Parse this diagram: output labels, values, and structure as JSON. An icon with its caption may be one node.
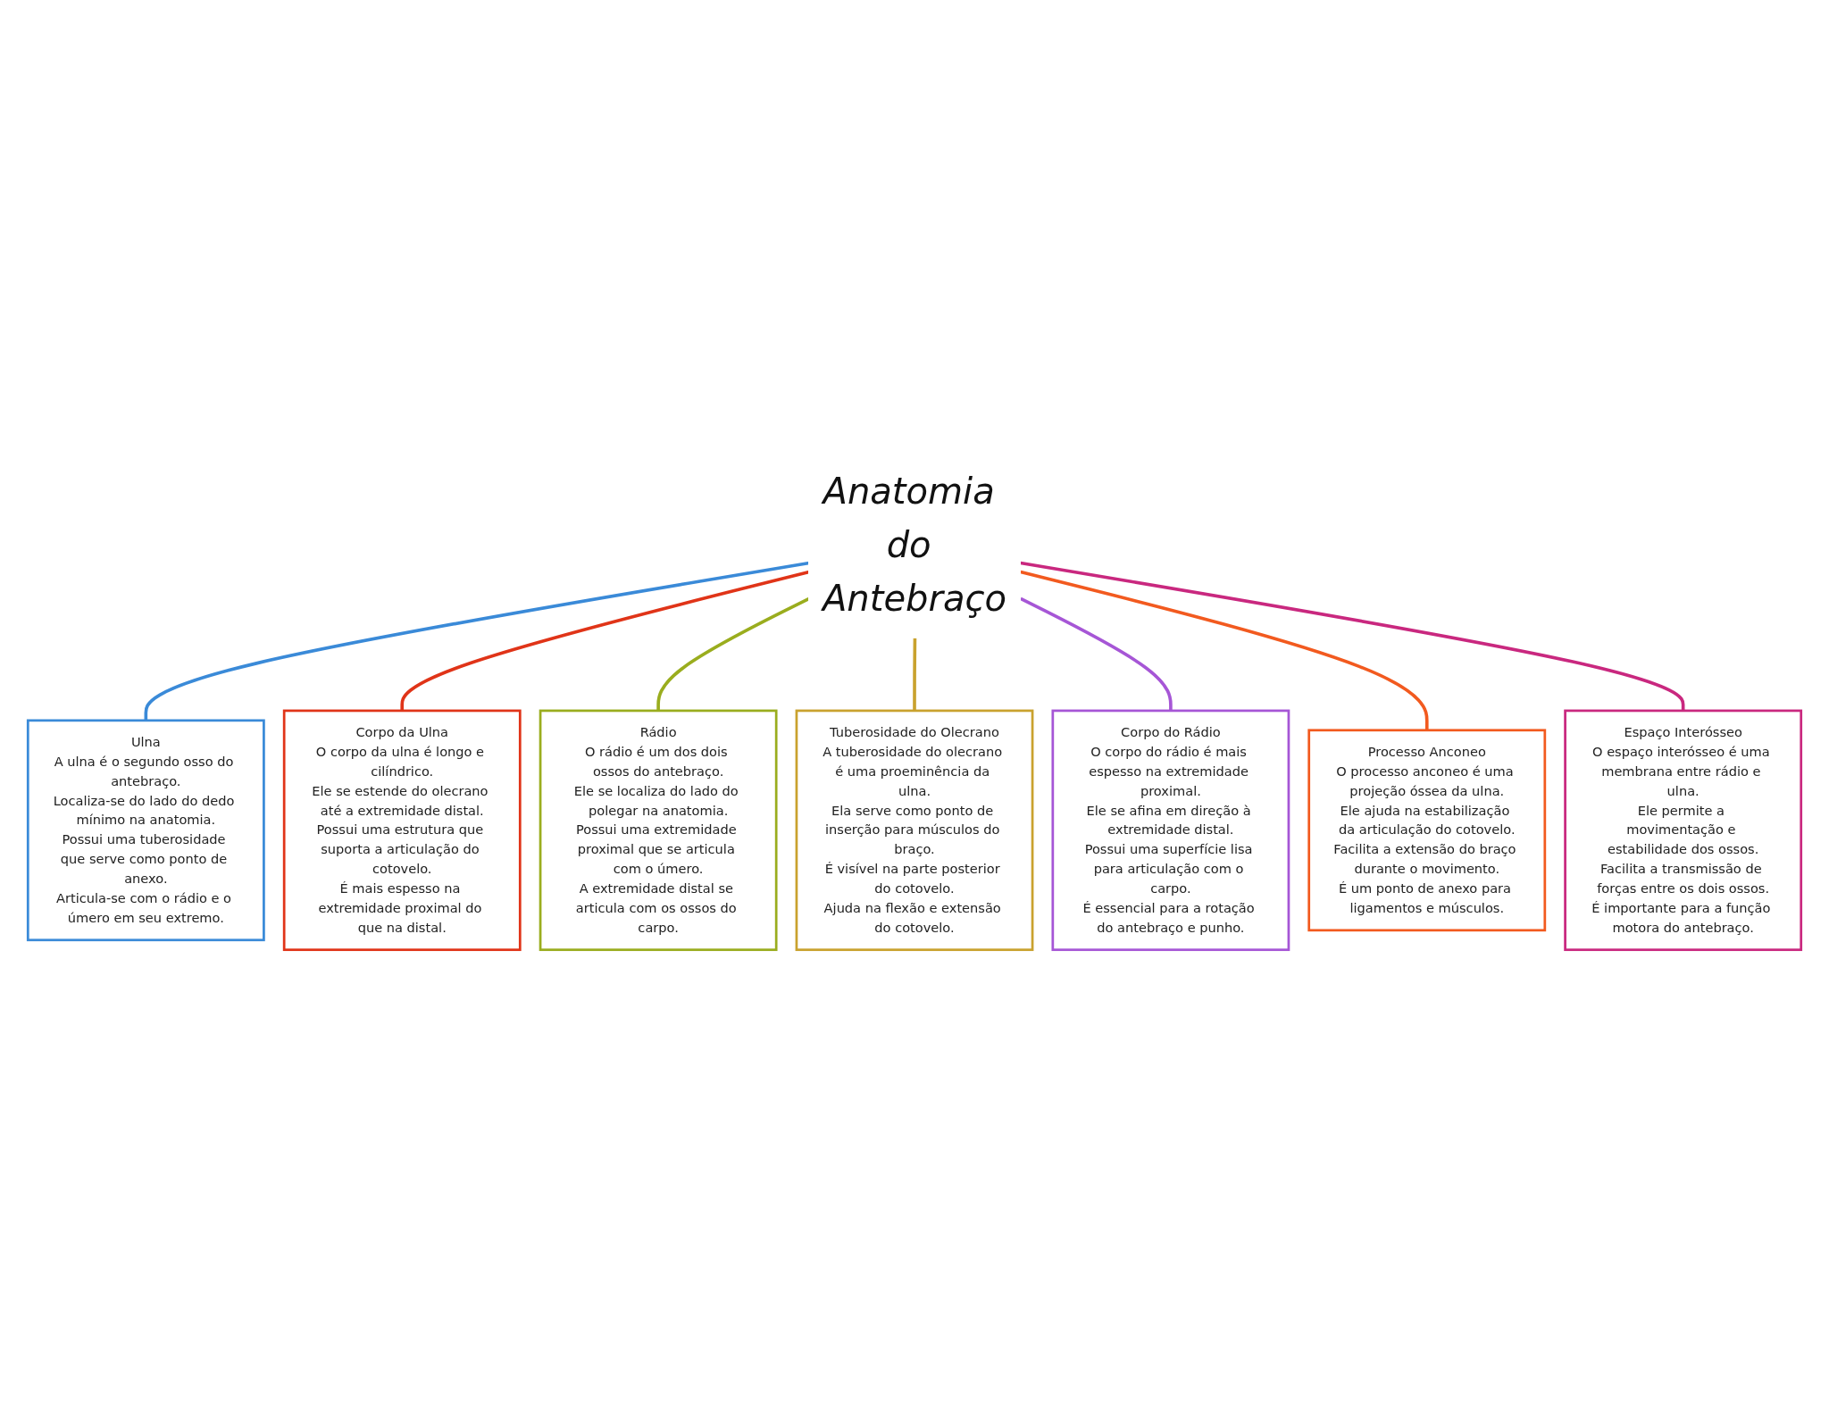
{
  "diagram": {
    "nodes": [
      {
        "text": [
          "Anatomia do Antebraço"
        ]
      },
      {
        "text": [
          "Ulna",
          "A ulna é o segundo osso do antebraço.",
          "Localiza-se do lado do dedo mínimo na anatomia.",
          "Possui uma tuberosidade que serve como ponto de anexo.",
          "Articula-se com o rádio e o úmero em seu extremo."
        ]
      },
      {
        "text": [
          "Corpo da Ulna",
          "O corpo da ulna é longo e cilíndrico.",
          "Ele se estende do olecrano até a extremidade distal.",
          "Possui uma estrutura que suporta a articulação do cotovelo.",
          "É mais espesso na extremidade proximal do que na distal."
        ]
      },
      {
        "text": [
          "Rádio",
          "O rádio é um dos dois ossos do antebraço.",
          "Ele se localiza do lado do polegar na anatomia.",
          "Possui uma extremidade proximal que se articula com o úmero.",
          "A extremidade distal se articula com os ossos do carpo."
        ]
      },
      {
        "text": [
          "Tuberosidade do Olecrano",
          "A tuberosidade do olecrano é uma proeminência da ulna.",
          "Ela serve como ponto de inserção para músculos do braço.",
          "É visível na parte posterior do cotovelo.",
          "Ajuda na flexão e extensão do cotovelo."
        ]
      },
      {
        "text": [
          "Corpo do Rádio",
          "O corpo do rádio é mais espesso na extremidade proximal.",
          "Ele se afina em direção à extremidade distal.",
          "Possui uma superfície lisa para articulação com o carpo.",
          "É essencial para a rotação do antebraço e punho."
        ]
      },
      {
        "text": [
          "Processo Anconeo",
          "O processo anconeo é uma projeção óssea da ulna.",
          "Ele ajuda na estabilização da articulação do cotovelo.",
          "Facilita a extensão do braço durante o movimento.",
          "É um ponto de anexo para ligamentos e músculos."
        ]
      },
      {
        "text": [
          "Espaço Interósseo",
          "O espaço interósseo é uma membrana entre rádio e ulna.",
          "Ele permite a movimentação e estabilidade dos ossos.",
          "Facilita a transmissão de forças entre os dois ossos.",
          "É importante para a função motora do antebraço."
        ]
      }
    ],
    "edges": [
      {
        "from": 0,
        "to": 1,
        "arrow": "none",
        "color": "#3a8ad8"
      },
      {
        "from": 0,
        "to": 2,
        "arrow": "none",
        "color": "#e03418"
      },
      {
        "from": 0,
        "to": 3,
        "arrow": "none",
        "color": "#9aad1e"
      },
      {
        "from": 0,
        "to": 4,
        "arrow": "none",
        "color": "#c9a22e"
      },
      {
        "from": 0,
        "to": 5,
        "arrow": "none",
        "color": "#a656d6"
      },
      {
        "from": 0,
        "to": 6,
        "arrow": "none",
        "color": "#f25a1f"
      },
      {
        "from": 0,
        "to": 7,
        "arrow": "none",
        "color": "#c9287f"
      }
    ]
  }
}
